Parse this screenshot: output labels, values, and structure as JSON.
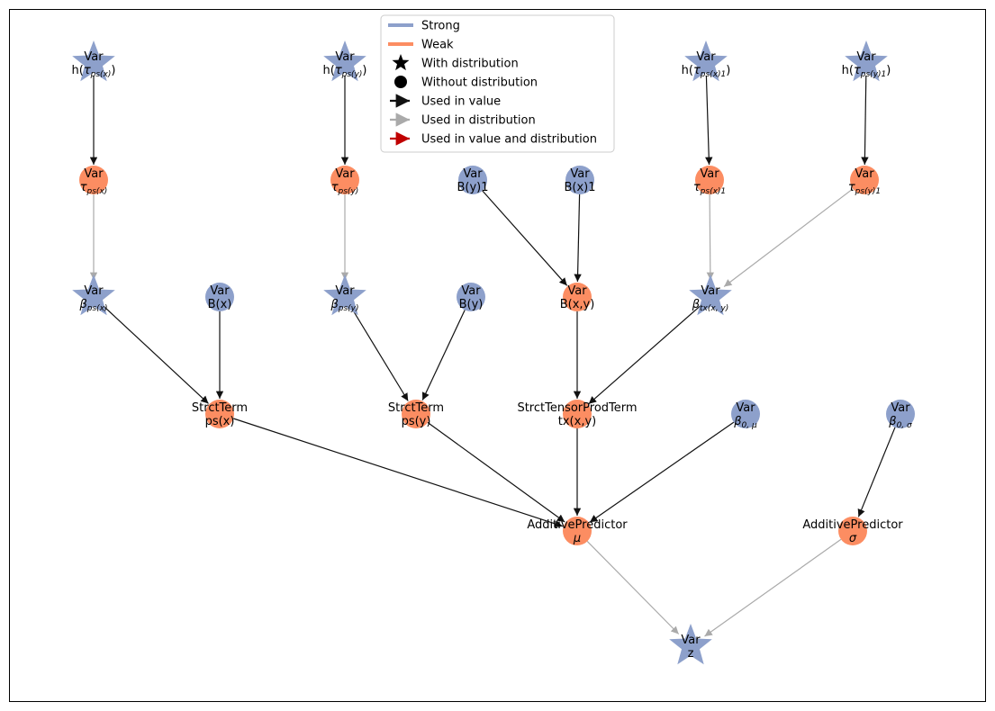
{
  "colors": {
    "strong": "#8da0cb",
    "weak": "#fc8d62",
    "value_edge": "#111111",
    "distribution_edge": "#aaaaaa",
    "both_edge": "#c00000"
  },
  "legend": {
    "items": [
      {
        "label": "Strong",
        "kind": "line",
        "color": "strong"
      },
      {
        "label": "Weak",
        "kind": "line",
        "color": "weak"
      },
      {
        "label": "With distribution",
        "kind": "star"
      },
      {
        "label": "Without distribution",
        "kind": "circle"
      },
      {
        "label": "Used in value",
        "kind": "arrow",
        "color": "value_edge"
      },
      {
        "label": "Used in distribution",
        "kind": "arrow",
        "color": "distribution_edge"
      },
      {
        "label": "Used in value and distribution",
        "kind": "arrow",
        "color": "both_edge"
      }
    ]
  },
  "nodes": [
    {
      "id": "h_tau_psx",
      "line1": "Var",
      "line2": [
        {
          "t": "h("
        },
        {
          "t": "τ",
          "i": true
        },
        {
          "t": "ps(x)",
          "sub": true,
          "i": true
        },
        {
          "t": ")"
        }
      ],
      "shape": "star",
      "kind": "strong"
    },
    {
      "id": "h_tau_psy",
      "line1": "Var",
      "line2": [
        {
          "t": "h("
        },
        {
          "t": "τ",
          "i": true
        },
        {
          "t": "ps(y)",
          "sub": true,
          "i": true
        },
        {
          "t": ")"
        }
      ],
      "shape": "star",
      "kind": "strong"
    },
    {
      "id": "h_tau_psx1",
      "line1": "Var",
      "line2": [
        {
          "t": "h("
        },
        {
          "t": "τ",
          "i": true
        },
        {
          "t": "ps(x)1",
          "sub": true,
          "i": true
        },
        {
          "t": ")"
        }
      ],
      "shape": "star",
      "kind": "strong"
    },
    {
      "id": "h_tau_psy1",
      "line1": "Var",
      "line2": [
        {
          "t": "h("
        },
        {
          "t": "τ",
          "i": true
        },
        {
          "t": "ps(y)1",
          "sub": true,
          "i": true
        },
        {
          "t": ")"
        }
      ],
      "shape": "star",
      "kind": "strong"
    },
    {
      "id": "tau_psx",
      "line1": "Var",
      "line2": [
        {
          "t": "τ",
          "i": true
        },
        {
          "t": "ps(x)",
          "sub": true,
          "i": true
        }
      ],
      "shape": "circle",
      "kind": "weak"
    },
    {
      "id": "tau_psy",
      "line1": "Var",
      "line2": [
        {
          "t": "τ",
          "i": true
        },
        {
          "t": "ps(y)",
          "sub": true,
          "i": true
        }
      ],
      "shape": "circle",
      "kind": "weak"
    },
    {
      "id": "By1",
      "line1": "Var",
      "line2": [
        {
          "t": "B(y)1"
        }
      ],
      "shape": "circle",
      "kind": "strong"
    },
    {
      "id": "Bx1",
      "line1": "Var",
      "line2": [
        {
          "t": "B(x)1"
        }
      ],
      "shape": "circle",
      "kind": "strong"
    },
    {
      "id": "tau_psx1",
      "line1": "Var",
      "line2": [
        {
          "t": "τ",
          "i": true
        },
        {
          "t": "ps(x)1",
          "sub": true,
          "i": true
        }
      ],
      "shape": "circle",
      "kind": "weak"
    },
    {
      "id": "tau_psy1",
      "line1": "Var",
      "line2": [
        {
          "t": "τ",
          "i": true
        },
        {
          "t": "ps(y)1",
          "sub": true,
          "i": true
        }
      ],
      "shape": "circle",
      "kind": "weak"
    },
    {
      "id": "beta_psx",
      "line1": "Var",
      "line2": [
        {
          "t": "β",
          "i": true
        },
        {
          "t": "ps(x)",
          "sub": true,
          "i": true
        }
      ],
      "shape": "star",
      "kind": "strong"
    },
    {
      "id": "Bx",
      "line1": "Var",
      "line2": [
        {
          "t": "B(x)"
        }
      ],
      "shape": "circle",
      "kind": "strong"
    },
    {
      "id": "beta_psy",
      "line1": "Var",
      "line2": [
        {
          "t": "β",
          "i": true
        },
        {
          "t": "ps(y)",
          "sub": true,
          "i": true
        }
      ],
      "shape": "star",
      "kind": "strong"
    },
    {
      "id": "By",
      "line1": "Var",
      "line2": [
        {
          "t": "B(y)"
        }
      ],
      "shape": "circle",
      "kind": "strong"
    },
    {
      "id": "Bxy",
      "line1": "Var",
      "line2": [
        {
          "t": "B(x,y)"
        }
      ],
      "shape": "circle",
      "kind": "weak"
    },
    {
      "id": "beta_tx",
      "line1": "Var",
      "line2": [
        {
          "t": "β",
          "i": true
        },
        {
          "t": "tx(x, y)",
          "sub": true,
          "i": true
        }
      ],
      "shape": "star",
      "kind": "strong"
    },
    {
      "id": "term_psx",
      "line1": "StrctTerm",
      "line2": [
        {
          "t": "ps(x)"
        }
      ],
      "shape": "circle",
      "kind": "weak"
    },
    {
      "id": "term_psy",
      "line1": "StrctTerm",
      "line2": [
        {
          "t": "ps(y)"
        }
      ],
      "shape": "circle",
      "kind": "weak"
    },
    {
      "id": "term_txy",
      "line1": "StrctTensorProdTerm",
      "line2": [
        {
          "t": "tx(x,y)"
        }
      ],
      "shape": "circle",
      "kind": "weak"
    },
    {
      "id": "beta0_mu",
      "line1": "Var",
      "line2": [
        {
          "t": "β",
          "i": true
        },
        {
          "t": "0, μ",
          "sub": true,
          "i": true
        }
      ],
      "shape": "circle",
      "kind": "strong"
    },
    {
      "id": "beta0_sigma",
      "line1": "Var",
      "line2": [
        {
          "t": "β",
          "i": true
        },
        {
          "t": "0, σ",
          "sub": true,
          "i": true
        }
      ],
      "shape": "circle",
      "kind": "strong"
    },
    {
      "id": "pred_mu",
      "line1": "AdditivePredictor",
      "line2": [
        {
          "t": "μ",
          "i": true
        }
      ],
      "shape": "circle",
      "kind": "weak"
    },
    {
      "id": "pred_sigma",
      "line1": "AdditivePredictor",
      "line2": [
        {
          "t": "σ",
          "i": true
        }
      ],
      "shape": "circle",
      "kind": "weak"
    },
    {
      "id": "z",
      "line1": "Var",
      "line2": [
        {
          "t": "z"
        }
      ],
      "shape": "star",
      "kind": "strong"
    }
  ],
  "edges": [
    {
      "from": "h_tau_psx",
      "to": "tau_psx",
      "type": "value"
    },
    {
      "from": "h_tau_psy",
      "to": "tau_psy",
      "type": "value"
    },
    {
      "from": "h_tau_psx1",
      "to": "tau_psx1",
      "type": "value"
    },
    {
      "from": "h_tau_psy1",
      "to": "tau_psy1",
      "type": "value"
    },
    {
      "from": "tau_psx",
      "to": "beta_psx",
      "type": "distribution"
    },
    {
      "from": "tau_psy",
      "to": "beta_psy",
      "type": "distribution"
    },
    {
      "from": "tau_psx1",
      "to": "beta_tx",
      "type": "distribution"
    },
    {
      "from": "tau_psy1",
      "to": "beta_tx",
      "type": "distribution"
    },
    {
      "from": "By1",
      "to": "Bxy",
      "type": "value"
    },
    {
      "from": "Bx1",
      "to": "Bxy",
      "type": "value"
    },
    {
      "from": "beta_psx",
      "to": "term_psx",
      "type": "value"
    },
    {
      "from": "Bx",
      "to": "term_psx",
      "type": "value"
    },
    {
      "from": "beta_psy",
      "to": "term_psy",
      "type": "value"
    },
    {
      "from": "By",
      "to": "term_psy",
      "type": "value"
    },
    {
      "from": "Bxy",
      "to": "term_txy",
      "type": "value"
    },
    {
      "from": "beta_tx",
      "to": "term_txy",
      "type": "value"
    },
    {
      "from": "term_psx",
      "to": "pred_mu",
      "type": "value"
    },
    {
      "from": "term_psy",
      "to": "pred_mu",
      "type": "value"
    },
    {
      "from": "term_txy",
      "to": "pred_mu",
      "type": "value"
    },
    {
      "from": "beta0_mu",
      "to": "pred_mu",
      "type": "value"
    },
    {
      "from": "beta0_sigma",
      "to": "pred_sigma",
      "type": "value"
    },
    {
      "from": "pred_mu",
      "to": "z",
      "type": "distribution"
    },
    {
      "from": "pred_sigma",
      "to": "z",
      "type": "distribution"
    }
  ]
}
